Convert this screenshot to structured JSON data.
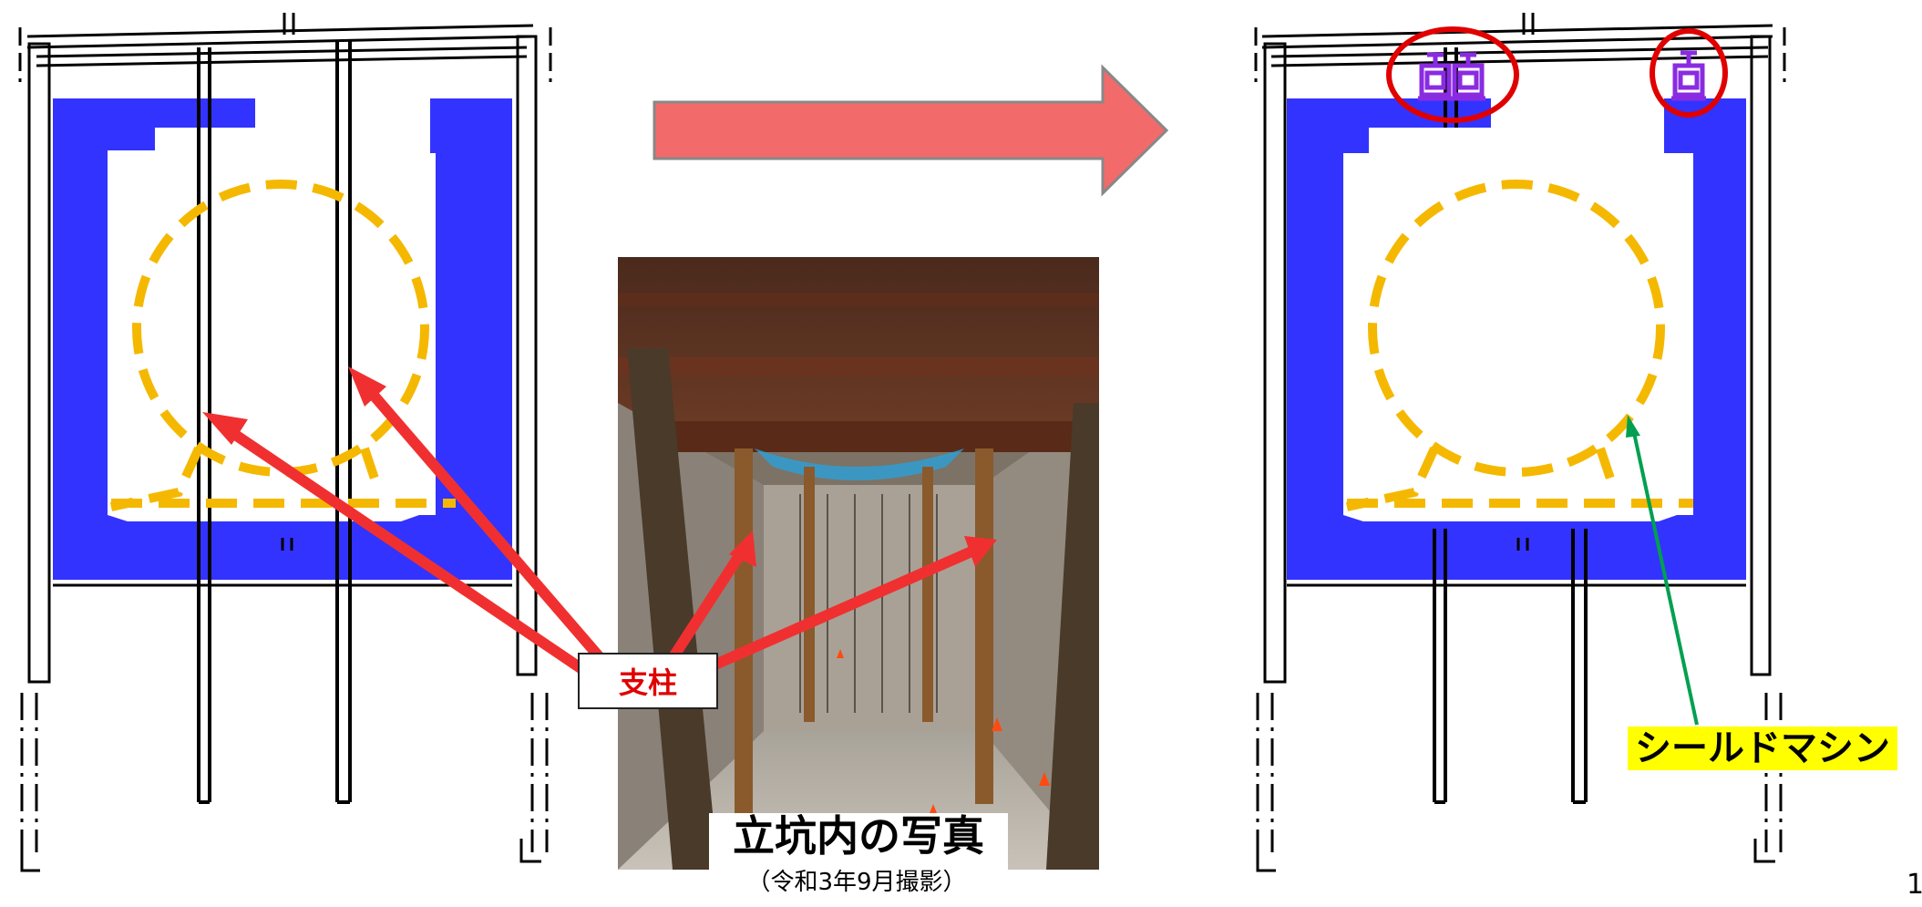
{
  "labels": {
    "pillar": "支柱",
    "shield_machine": "シールドマシン",
    "photo_title": "立坑内の写真",
    "photo_date": "（令和3年9月撮影）",
    "page_number": "1"
  },
  "colors": {
    "structure_blue": "#3333ff",
    "circle_yellow": "#f5b800",
    "arrow_red": "#f03030",
    "big_arrow": "#f36a6a",
    "highlight_circle": "#e00000",
    "jack_purple": "#8a2be2",
    "pointer_green": "#00a050",
    "label_yellow": "#ffff00"
  },
  "icons": [
    "jack-icon",
    "arrow-right-icon"
  ]
}
